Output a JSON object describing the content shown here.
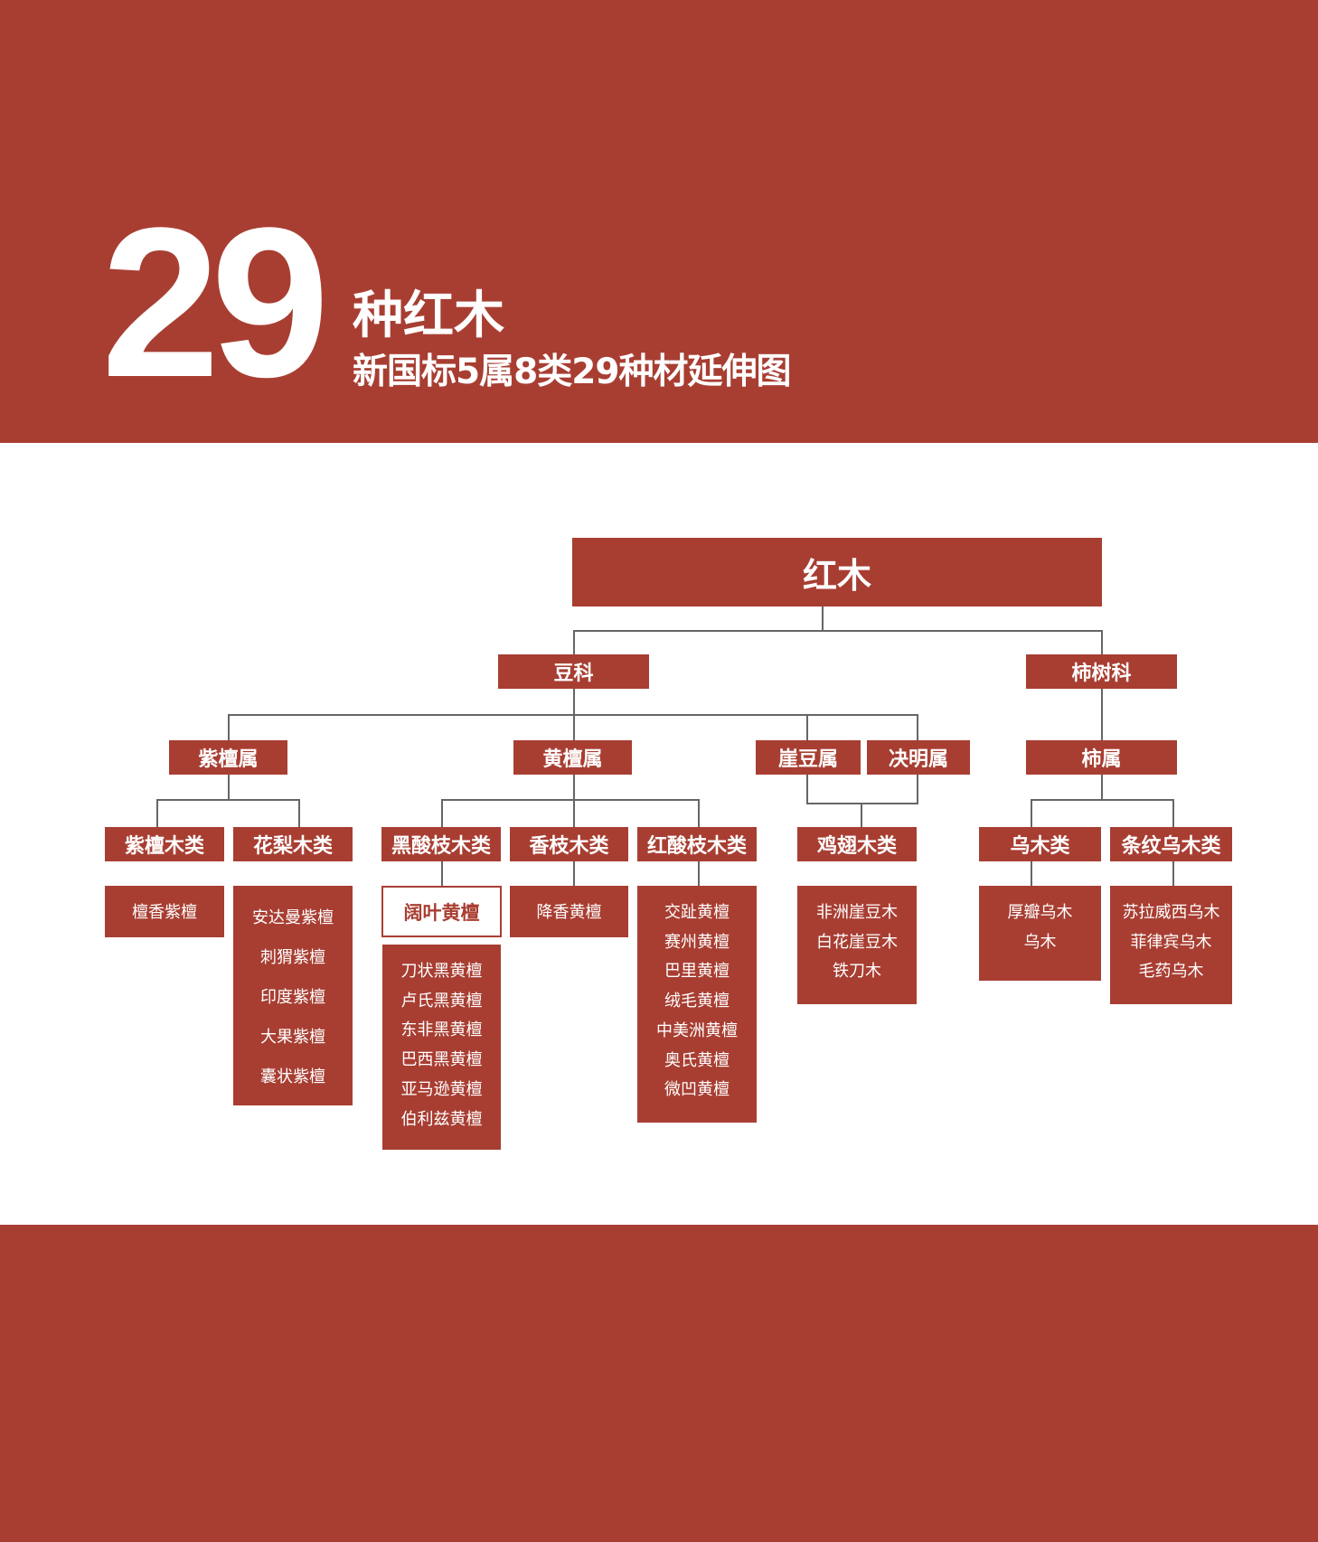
{
  "header": {
    "big_number": "29",
    "title": "种红木",
    "subtitle": "新国标5属8类29种材延伸图"
  },
  "colors": {
    "brand_red": "#A83E32",
    "connector": "#666666",
    "background": "#FFFFFF"
  },
  "tree": {
    "root": "红木",
    "families": {
      "legume": "豆科",
      "ebony": "柿树科"
    },
    "genera": {
      "pterocarpus": "紫檀属",
      "dalbergia": "黄檀属",
      "millettia": "崖豆属",
      "cassia": "决明属",
      "diospyros": "柿属"
    },
    "classes": {
      "zitan": "紫檀木类",
      "huali": "花梨木类",
      "heisuanzhi": "黑酸枝木类",
      "xiangzhi": "香枝木类",
      "hongsuanzhi": "红酸枝木类",
      "jichi": "鸡翅木类",
      "wumu": "乌木类",
      "tiaowen": "条纹乌木类"
    },
    "species": {
      "zitan": [
        "檀香紫檀"
      ],
      "huali": [
        "安达曼紫檀",
        "刺猬紫檀",
        "印度紫檀",
        "大果紫檀",
        "囊状紫檀"
      ],
      "heisuanzhi_highlight": "阔叶黄檀",
      "heisuanzhi": [
        "刀状黑黄檀",
        "卢氏黑黄檀",
        "东非黑黄檀",
        "巴西黑黄檀",
        "亚马逊黄檀",
        "伯利兹黄檀"
      ],
      "xiangzhi": [
        "降香黄檀"
      ],
      "hongsuanzhi": [
        "交趾黄檀",
        "赛州黄檀",
        "巴里黄檀",
        "绒毛黄檀",
        "中美洲黄檀",
        "奥氏黄檀",
        "微凹黄檀"
      ],
      "jichi": [
        "非洲崖豆木",
        "白花崖豆木",
        "铁刀木"
      ],
      "wumu": [
        "厚瓣乌木",
        "乌木"
      ],
      "tiaowen": [
        "苏拉威西乌木",
        "菲律宾乌木",
        "毛药乌木"
      ]
    }
  }
}
